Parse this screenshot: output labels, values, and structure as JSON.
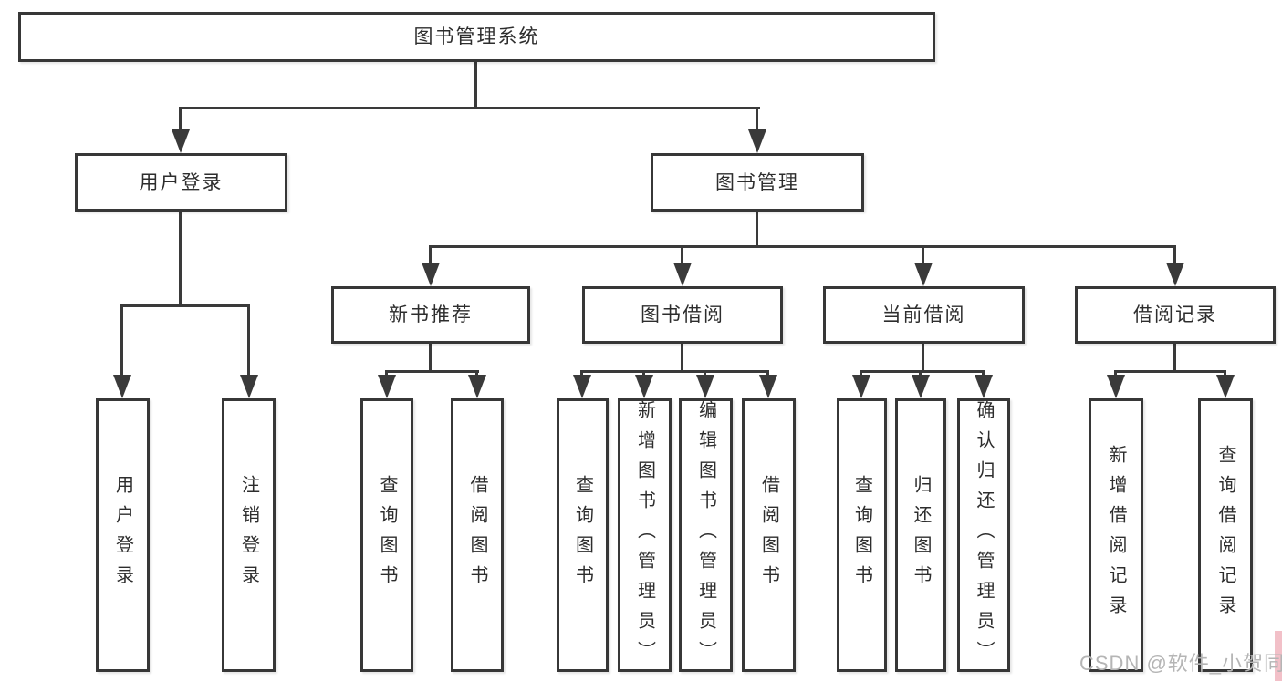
{
  "colors": {
    "line": "#3a3a3a",
    "box_border": "#373737",
    "text": "#2d2d2d",
    "watermark": "#b5b5b5",
    "background": "#ffffff"
  },
  "nodes": {
    "root": "图书管理系统",
    "level2": {
      "user_login": "用户登录",
      "book_management": "图书管理"
    },
    "level3": {
      "new_book_recommend": "新书推荐",
      "book_borrowing": "图书借阅",
      "current_borrowing": "当前借阅",
      "borrowing_records": "借阅记录"
    },
    "leaves": {
      "user_login": [
        "用户登录",
        "注销登录"
      ],
      "new_book_recommend": [
        "查询图书",
        "借阅图书"
      ],
      "book_borrowing": [
        "查询图书",
        "新增图书（管理员）",
        "编辑图书（管理员）",
        "借阅图书"
      ],
      "current_borrowing": [
        "查询图书",
        "归还图书",
        "确认归还（管理员）"
      ],
      "borrowing_records": [
        "新增借阅记录",
        "查询借阅记录"
      ]
    }
  },
  "watermark": {
    "text": "CSDN @软件_小贺同学"
  }
}
